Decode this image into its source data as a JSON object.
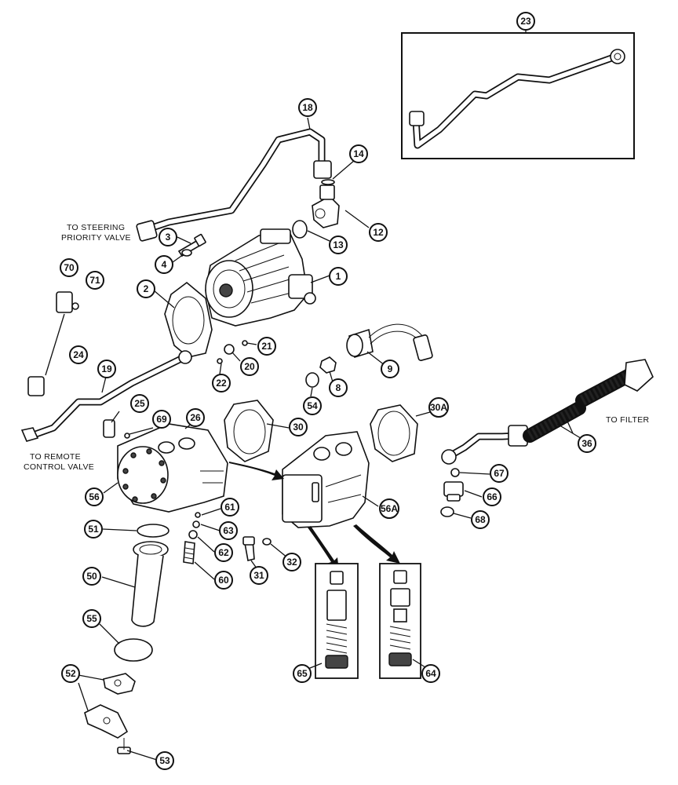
{
  "diagram": {
    "notes": {
      "steering": [
        "TO STEERING",
        "PRIORITY VALVE"
      ],
      "filter": "TO FILTER",
      "remote": [
        "TO REMOTE",
        "CONTROL VALVE"
      ]
    },
    "callouts": [
      "23",
      "18",
      "14",
      "12",
      "13",
      "3",
      "4",
      "1",
      "2",
      "70",
      "71",
      "21",
      "20",
      "22",
      "9",
      "8",
      "54",
      "24",
      "19",
      "25",
      "69",
      "26",
      "30",
      "30A",
      "36",
      "67",
      "66",
      "68",
      "56",
      "56A",
      "61",
      "63",
      "62",
      "60",
      "31",
      "32",
      "51",
      "50",
      "55",
      "65",
      "64",
      "52",
      "53"
    ]
  }
}
